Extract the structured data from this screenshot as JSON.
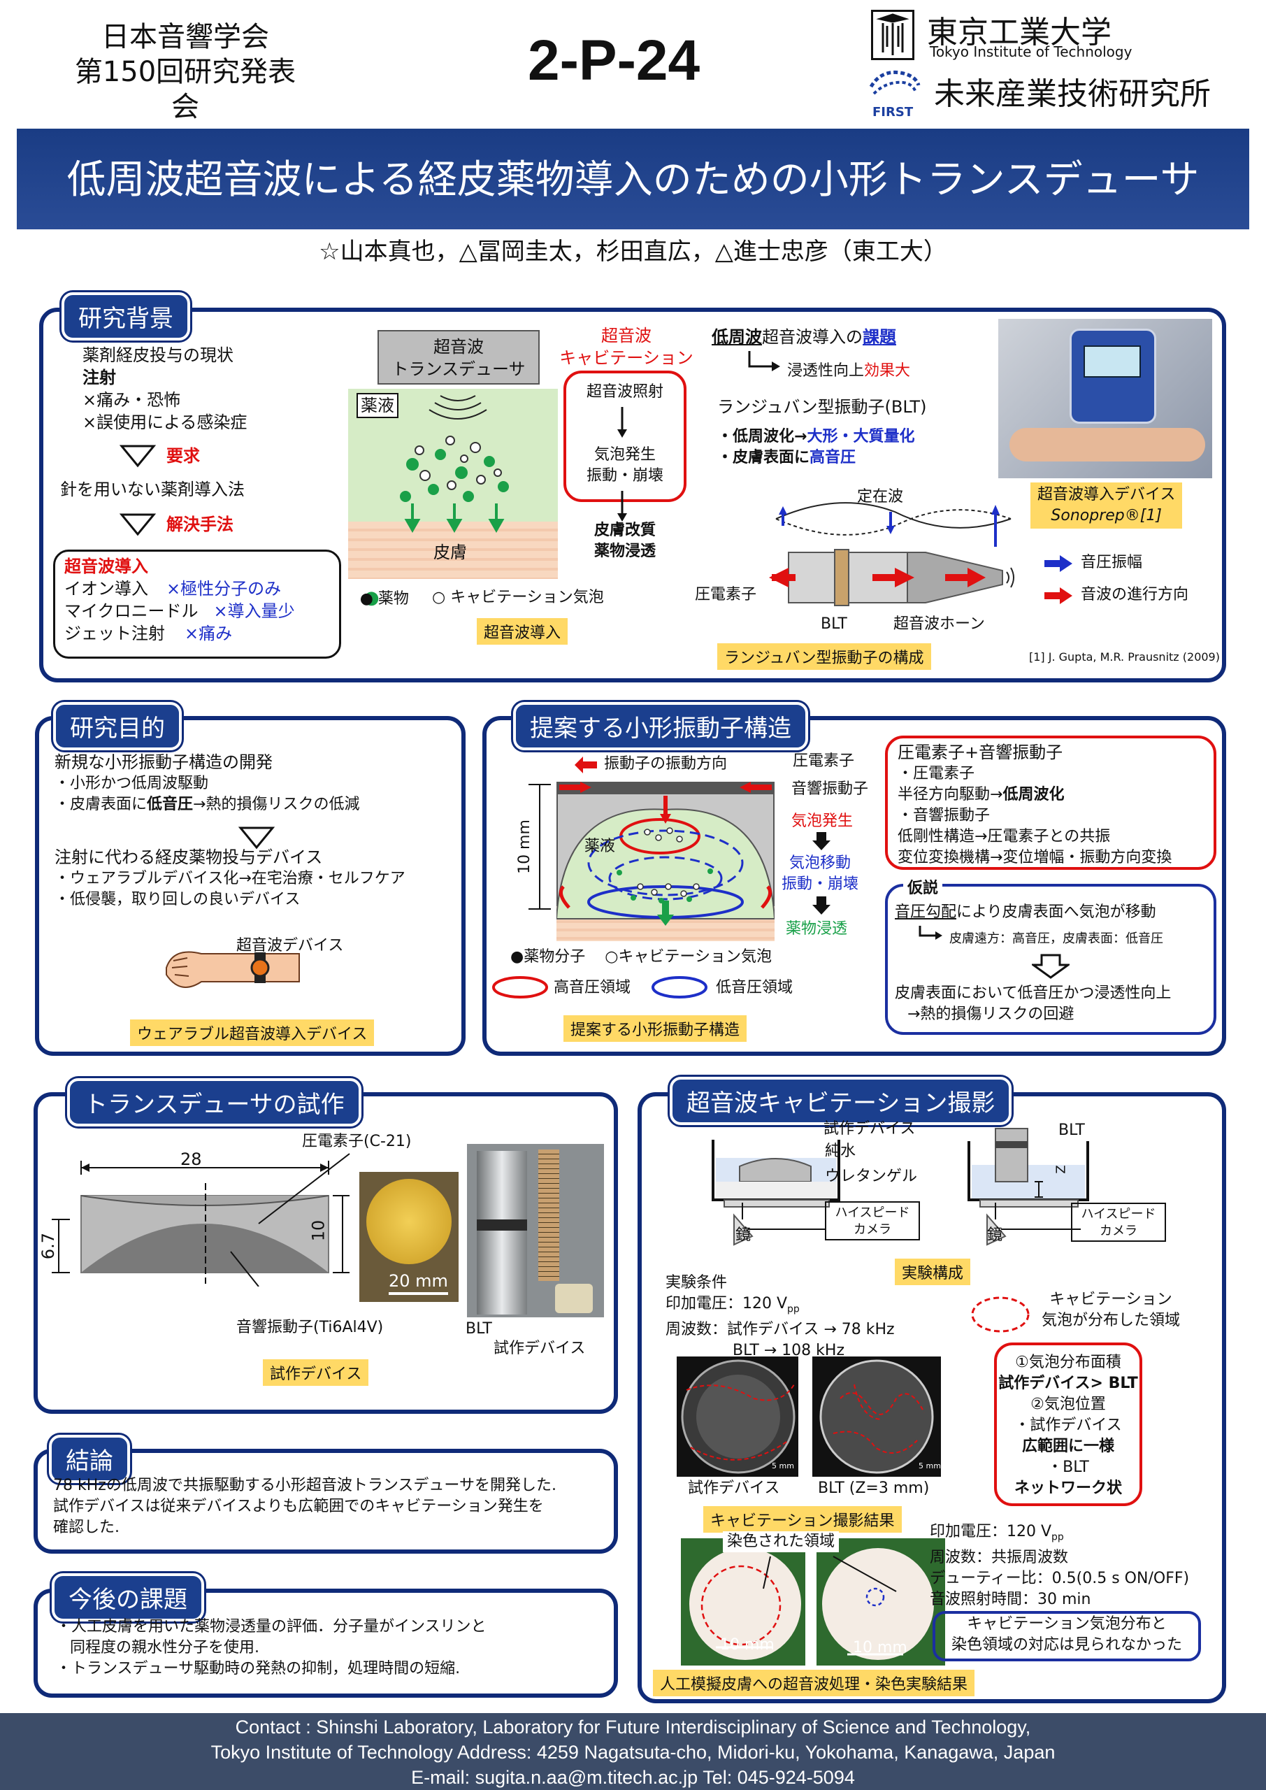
{
  "header": {
    "society_line1": "日本音響学会",
    "society_line2": "第150回研究発表会",
    "poster_id": "2-P-24",
    "univ_ja": "東京工業大学",
    "univ_en": "Tokyo Institute of Technology",
    "first_logo": "FIRST",
    "institute": "未来産業技術研究所"
  },
  "title": "低周波超音波による経皮薬物導入のための小形トランスデューサ",
  "authors": "☆山本真也，△冨岡圭太，杉田直広，△進士忠彦（東工大）",
  "background": {
    "heading": "研究背景",
    "status_title": "薬剤経皮投与の現状",
    "injection": "注射",
    "x1": "×痛み・恐怖",
    "x2": "×誤使用による感染症",
    "demand": "要求",
    "needle_free": "針を用いない薬剤導入法",
    "solution": "解決手法",
    "box_title": "超音波導入",
    "m1a": "イオン導入",
    "m1b": "×極性分子のみ",
    "m2a": "マイクロニードル",
    "m2b": "×導入量少",
    "m3a": "ジェット注射",
    "m3b": "×痛み",
    "transducer_l1": "超音波",
    "transducer_l2": "トランスデューサ",
    "drug_liquid": "薬液",
    "skin": "皮膚",
    "legend_drug": "● 薬物",
    "legend_cav": "○ キャビテーション気泡",
    "cap_us": "超音波導入",
    "cav_head_l1": "超音波",
    "cav_head_l2": "キャビテーション",
    "cav_1": "超音波照射",
    "cav_2": "気泡発生",
    "cav_3": "振動・崩壊",
    "cav_4": "皮膚改質",
    "cav_5": "薬物浸透",
    "issue_a": "低周波",
    "issue_b": "超音波導入の",
    "issue_c": "課題",
    "perm_a": "浸透性向上",
    "perm_b": "効果大",
    "langevin": "ランジュバン型振動子(BLT)",
    "b1a": "・低周波化→",
    "b1b": "大形・大質量化",
    "b2a": "・皮膚表面に",
    "b2b": "高音圧",
    "standing": "定在波",
    "piezo": "圧電素子",
    "blt": "BLT",
    "horn": "超音波ホーン",
    "leg_vib": "音圧振幅",
    "leg_dir": "音波の進行方向",
    "cap_langevin": "ランジュバン型振動子の構成",
    "cap_device_l1": "超音波導入デバイス",
    "cap_device_l2": "Sonoprep®[1]",
    "ref": "[1] J. Gupta, M.R. Prausnitz (2009)"
  },
  "purpose": {
    "heading": "研究目的",
    "l1": "新規な小形振動子構造の開発",
    "l2": "・小形かつ低周波駆動",
    "l3a": "・皮膚表面に",
    "l3b": "低音圧",
    "l3c": "→熱的損傷リスクの低減",
    "l4": "注射に代わる経皮薬物投与デバイス",
    "l5": "・ウェアラブルデバイス化→在宅治療・セルフケア",
    "l6": "・低侵襲，取り回しの良いデバイス",
    "device_label": "超音波デバイス",
    "cap": "ウェアラブル超音波導入デバイス"
  },
  "proposed": {
    "heading": "提案する小形振動子構造",
    "vib_dir": "振動子の振動方向",
    "piezo": "圧電素子",
    "acoustic": "音響振動子",
    "bubble_gen": "気泡発生",
    "bubble_move_l1": "気泡移動",
    "bubble_move_l2": "振動・崩壊",
    "drug_perm": "薬物浸透",
    "liquid": "薬液",
    "dim": "10 mm",
    "leg_drug": "●薬物分子",
    "leg_cav": "○キャビテーション気泡",
    "leg_high": "高音圧領域",
    "leg_low": "低音圧領域",
    "cap": "提案する小形振動子構造",
    "r_title": "圧電素子+音響振動子",
    "r1": "・圧電素子",
    "r2a": "半径方向駆動→",
    "r2b": "低周波化",
    "r3": "・音響振動子",
    "r4": "低剛性構造→圧電素子との共振",
    "r5": "変位変換機構→変位増幅・振動方向変換",
    "hyp_title": "仮説",
    "hyp1a": "音圧勾配",
    "hyp1b": "により皮膚表面へ気泡が移動",
    "hyp2": "皮膚遠方：高音圧，皮膚表面：低音圧",
    "hyp3": "皮膚表面において低音圧かつ浸透性向上",
    "hyp4": "→熱的損傷リスクの回避"
  },
  "prototype": {
    "heading": "トランスデューサの試作",
    "dim28": "28",
    "dim67": "6.7",
    "dim10": "10",
    "piezo": "圧電素子(C-21)",
    "acoustic": "音響振動子(Ti6Al4V)",
    "scale": "20 mm",
    "blt": "BLT",
    "proto_device": "試作デバイス",
    "cap": "試作デバイス"
  },
  "conclusion": {
    "heading": "結論",
    "l1": "78 kHzの低周波で共振駆動する小形超音波トランスデューサを開発した.",
    "l2": "試作デバイスは従来デバイスよりも広範囲でのキャビテーション発生を",
    "l3": "確認した."
  },
  "future": {
    "heading": "今後の課題",
    "l1": "・人工皮膚を用いた薬物浸透量の評価．分子量がインスリンと",
    "l2": "同程度の親水性分子を使用.",
    "l3": "・トランスデューサ駆動時の発熱の抑制，処理時間の短縮."
  },
  "cavitation": {
    "heading": "超音波キャビテーション撮影",
    "proto_device": "試作デバイス",
    "water": "純水",
    "gel": "ウレタンゲル",
    "blt": "BLT",
    "z": "Z",
    "mirror": "鏡",
    "camera_l1": "ハイスピード",
    "camera_l2": "カメラ",
    "cap_setup": "実験構成",
    "cond_title": "実験条件",
    "cond_v": "印加電圧：120 V",
    "cond_v_sub": "pp",
    "cond_f1": "周波数：試作デバイス → 78 kHz",
    "cond_f2": "BLT → 108 kHz",
    "cav_legend_l1": "キャビテーション",
    "cav_legend_l2": "気泡が分布した領域",
    "img1_label": "試作デバイス",
    "img2_label": "BLT (Z=3 mm)",
    "scale": "5 mm",
    "cap_result": "キャビテーション撮影結果",
    "res1": "①気泡分布面積",
    "res2": "試作デバイス> BLT",
    "res3": "②気泡位置",
    "res4": "・試作デバイス",
    "res5": "広範囲に一様",
    "res6": "・BLT",
    "res7": "ネットワーク状",
    "stain_label": "染色された領域",
    "stain_scale": "10 mm",
    "c_v": "印加電圧：120 V",
    "c_v_sub": "pp",
    "c_f": "周波数：共振周波数",
    "c_duty": "デューティー比：0.5(0.5 s ON/OFF)",
    "c_time": "音波照射時間：30 min",
    "note_l1": "キャビテーション気泡分布と",
    "note_l2": "染色領域の対応は見られなかった",
    "cap_skin": "人工模擬皮膚への超音波処理・染色実験結果"
  },
  "footer": {
    "l1": "Contact : Shinshi Laboratory, Laboratory for Future Interdisciplinary of Science and Technology,",
    "l2": "Tokyo Institute of Technology   Address: 4259 Nagatsuta-cho, Midori-ku, Yokohama, Kanagawa, Japan",
    "l3": "E-mail: sugita.n.aa@m.titech.ac.jp   Tel: 045-924-5094"
  },
  "colors": {
    "navy": "#0f2a78",
    "title_bar": "#1f3f85",
    "caption": "#ffd966",
    "red": "#e01010",
    "footer": "#3a4a66"
  }
}
